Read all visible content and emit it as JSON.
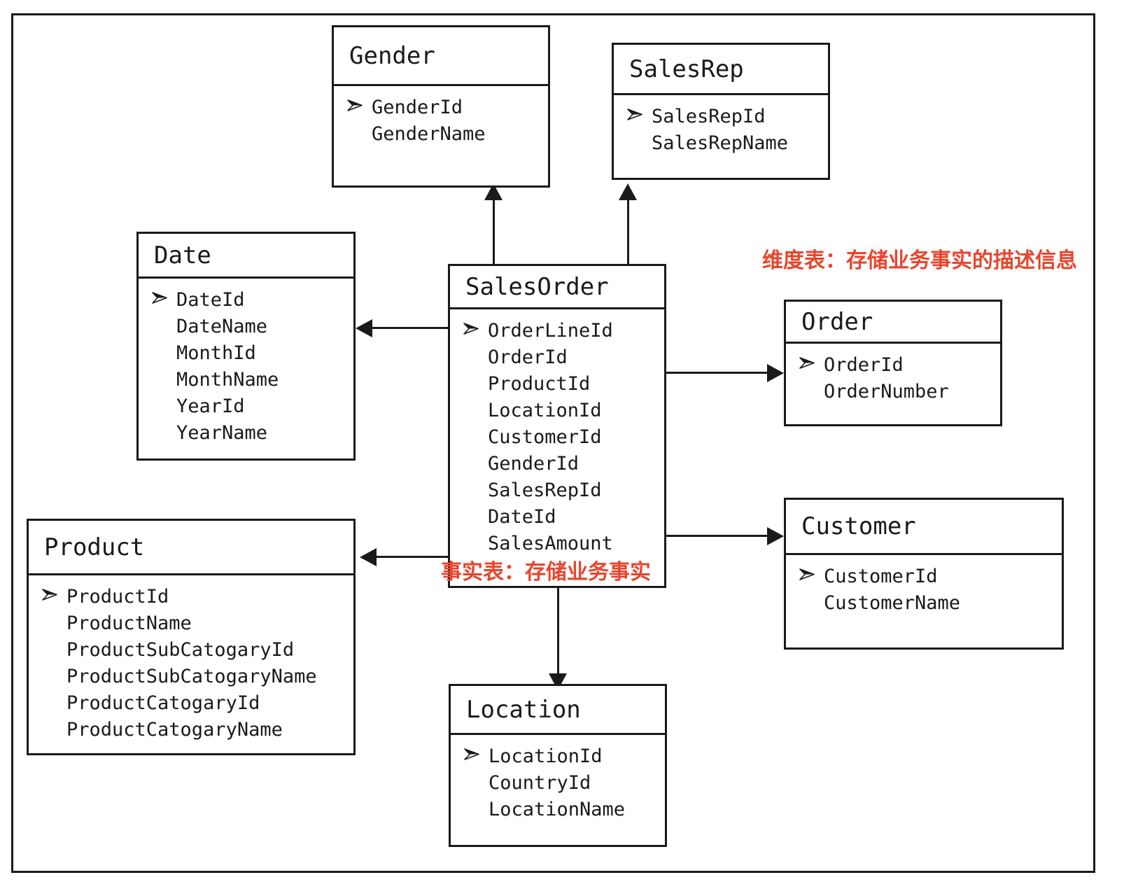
{
  "diagram": {
    "title_visible": false,
    "key_icon": "primary-key-arrow-icon",
    "colors": {
      "line": "#1a1a1a",
      "annotation_red": "#E8452C",
      "background": "#ffffff"
    }
  },
  "entities": {
    "gender": {
      "name": "Gender",
      "fields": [
        {
          "name": "GenderId",
          "key": true
        },
        {
          "name": "GenderName",
          "key": false
        }
      ]
    },
    "salesrep": {
      "name": "SalesRep",
      "fields": [
        {
          "name": "SalesRepId",
          "key": true
        },
        {
          "name": "SalesRepName",
          "key": false
        }
      ]
    },
    "date": {
      "name": "Date",
      "fields": [
        {
          "name": "DateId",
          "key": true
        },
        {
          "name": "DateName",
          "key": false
        },
        {
          "name": "MonthId",
          "key": false
        },
        {
          "name": "MonthName",
          "key": false
        },
        {
          "name": "YearId",
          "key": false
        },
        {
          "name": "YearName",
          "key": false
        }
      ]
    },
    "salesorder": {
      "name": "SalesOrder",
      "fields": [
        {
          "name": "OrderLineId",
          "key": true
        },
        {
          "name": "OrderId",
          "key": false
        },
        {
          "name": "ProductId",
          "key": false
        },
        {
          "name": "LocationId",
          "key": false
        },
        {
          "name": "CustomerId",
          "key": false
        },
        {
          "name": "GenderId",
          "key": false
        },
        {
          "name": "SalesRepId",
          "key": false
        },
        {
          "name": "DateId",
          "key": false
        },
        {
          "name": "SalesAmount",
          "key": false
        }
      ]
    },
    "order": {
      "name": "Order",
      "fields": [
        {
          "name": "OrderId",
          "key": true
        },
        {
          "name": "OrderNumber",
          "key": false
        }
      ]
    },
    "customer": {
      "name": "Customer",
      "fields": [
        {
          "name": "CustomerId",
          "key": true
        },
        {
          "name": "CustomerName",
          "key": false
        }
      ]
    },
    "product": {
      "name": "Product",
      "fields": [
        {
          "name": "ProductId",
          "key": true
        },
        {
          "name": "ProductName",
          "key": false
        },
        {
          "name": "ProductSubCatogaryId",
          "key": false
        },
        {
          "name": "ProductSubCatogaryName",
          "key": false
        },
        {
          "name": "ProductCatogaryId",
          "key": false
        },
        {
          "name": "ProductCatogaryName",
          "key": false
        }
      ]
    },
    "location": {
      "name": "Location",
      "fields": [
        {
          "name": "LocationId",
          "key": true
        },
        {
          "name": "CountryId",
          "key": false
        },
        {
          "name": "LocationName",
          "key": false
        }
      ]
    }
  },
  "annotations": {
    "dimension_table": "维度表：存储业务事实的描述信息",
    "fact_table": "事实表：存储业务事实"
  },
  "relationships": [
    {
      "from": "SalesOrder",
      "to": "Gender",
      "direction": "up"
    },
    {
      "from": "SalesOrder",
      "to": "SalesRep",
      "direction": "up"
    },
    {
      "from": "SalesOrder",
      "to": "Date",
      "direction": "left"
    },
    {
      "from": "SalesOrder",
      "to": "Order",
      "direction": "right"
    },
    {
      "from": "SalesOrder",
      "to": "Customer",
      "direction": "right"
    },
    {
      "from": "SalesOrder",
      "to": "Product",
      "direction": "left"
    },
    {
      "from": "SalesOrder",
      "to": "Location",
      "direction": "down"
    }
  ]
}
